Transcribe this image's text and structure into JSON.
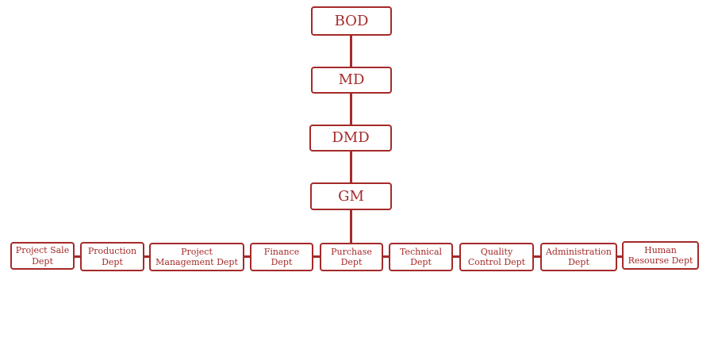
{
  "colors": {
    "stroke": "#a52a2a",
    "text": "#a52a2a",
    "background": "#ffffff"
  },
  "hierarchy": [
    {
      "id": "bod",
      "label": "BOD"
    },
    {
      "id": "md",
      "label": "MD"
    },
    {
      "id": "dmd",
      "label": "DMD"
    },
    {
      "id": "gm",
      "label": "GM"
    }
  ],
  "departments": [
    {
      "id": "project-sale",
      "label": "Project Sale Dept"
    },
    {
      "id": "production",
      "label": "Production Dept"
    },
    {
      "id": "project-management",
      "label": "Project Management Dept"
    },
    {
      "id": "finance",
      "label": "Finance Dept"
    },
    {
      "id": "purchase",
      "label": "Purchase Dept"
    },
    {
      "id": "technical",
      "label": "Technical Dept"
    },
    {
      "id": "quality-control",
      "label": "Quality Control Dept"
    },
    {
      "id": "administration",
      "label": "Administration Dept"
    },
    {
      "id": "human-resourse",
      "label": "Human Resourse Dept"
    }
  ]
}
